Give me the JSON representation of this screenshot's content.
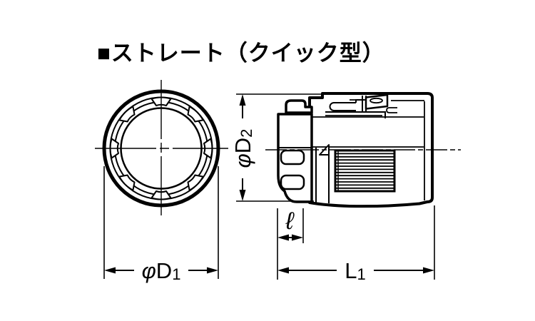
{
  "title": {
    "text": "■ストレート（クイック型）"
  },
  "dimensions": {
    "d1": {
      "phi": "φ",
      "letter": "D",
      "sub": "1"
    },
    "d2": {
      "phi": "φ",
      "letter": "D",
      "sub": "2"
    },
    "l1": {
      "letter": "L",
      "sub": "1"
    },
    "ell": {
      "symbol": "ℓ"
    }
  },
  "colors": {
    "line": "#000000",
    "background": "#ffffff"
  }
}
